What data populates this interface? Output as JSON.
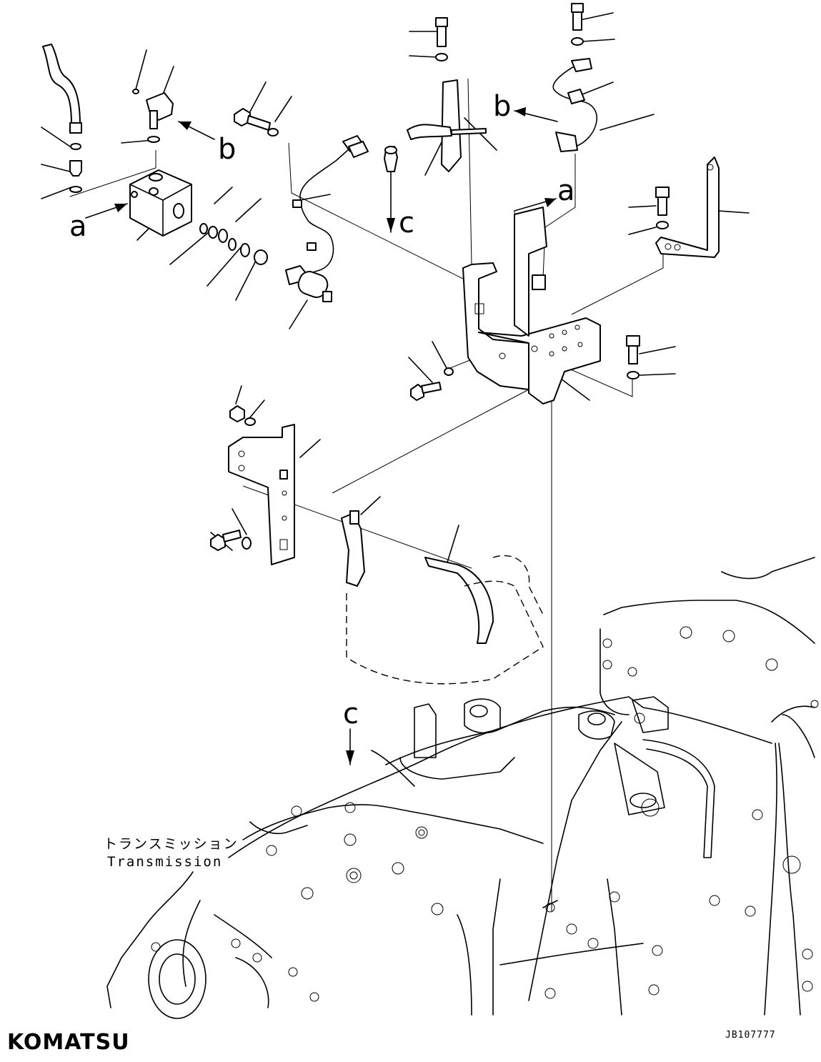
{
  "diagram": {
    "callouts": {
      "a_left": "a",
      "a_right": "a",
      "b_left": "b",
      "b_right": "b",
      "c_top": "c",
      "c_bottom": "c"
    },
    "transmission_label_jp": "トランスミッション",
    "transmission_label_en": "Transmission",
    "brand": "KOMATSU",
    "drawing_code": "JB107777"
  }
}
